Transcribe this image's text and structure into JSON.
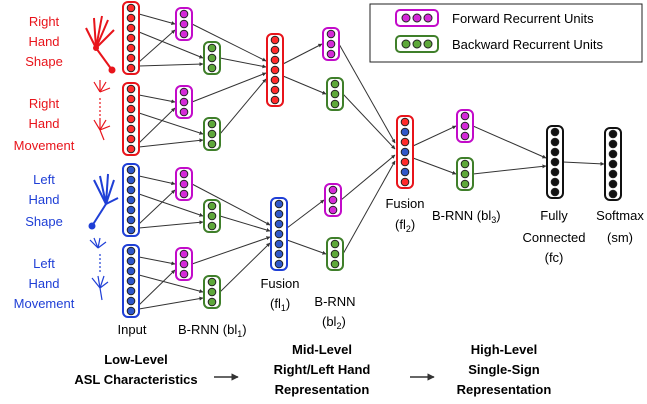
{
  "legend": {
    "forward_label": "Forward Recurrent Units",
    "backward_label": "Backward Recurrent Units"
  },
  "inputs": {
    "right_shape": [
      "Right",
      "Hand",
      "Shape"
    ],
    "right_movement": [
      "Right",
      "Hand",
      "Movement"
    ],
    "left_shape": [
      "Left",
      "Hand",
      "Shape"
    ],
    "left_movement": [
      "Left",
      "Hand",
      "Movement"
    ]
  },
  "labels": {
    "input": "Input",
    "birnn_1": "B-RNN (bl",
    "birnn_1_sub": "1",
    "fusion_1": "Fusion",
    "fusion_1_sub_pre": "(fl",
    "fusion_1_sub": "1",
    "birnn_2": "B-RNN",
    "birnn_2_pre": "(bl",
    "birnn_2_sub": "2",
    "fusion_2": "Fusion",
    "fusion_2_pre": "(fl",
    "fusion_2_sub": "2",
    "birnn_3": "B-RNN (bl",
    "birnn_3_sub": "3",
    "fc_line1": "Fully",
    "fc_line2": "Connected",
    "fc_line3": "(fc)",
    "softmax_line1": "Softmax",
    "softmax_line2": "(sm)"
  },
  "levels": {
    "low": [
      "Low-Level",
      "ASL Characteristics"
    ],
    "mid": [
      "Mid-Level",
      "Right/Left Hand",
      "Representation"
    ],
    "high": [
      "High-Level",
      "Single-Sign",
      "Representation"
    ]
  },
  "colors": {
    "right": "#e8141b",
    "left": "#1f3fd6",
    "forward": "#c20bc9",
    "backward": "#3f7f2a",
    "right_fill": "#ff2b2b",
    "left_fill": "#2f57c9",
    "fwd_fill": "#d42ad8",
    "bwd_fill": "#5ea83a",
    "black": "#111111"
  }
}
